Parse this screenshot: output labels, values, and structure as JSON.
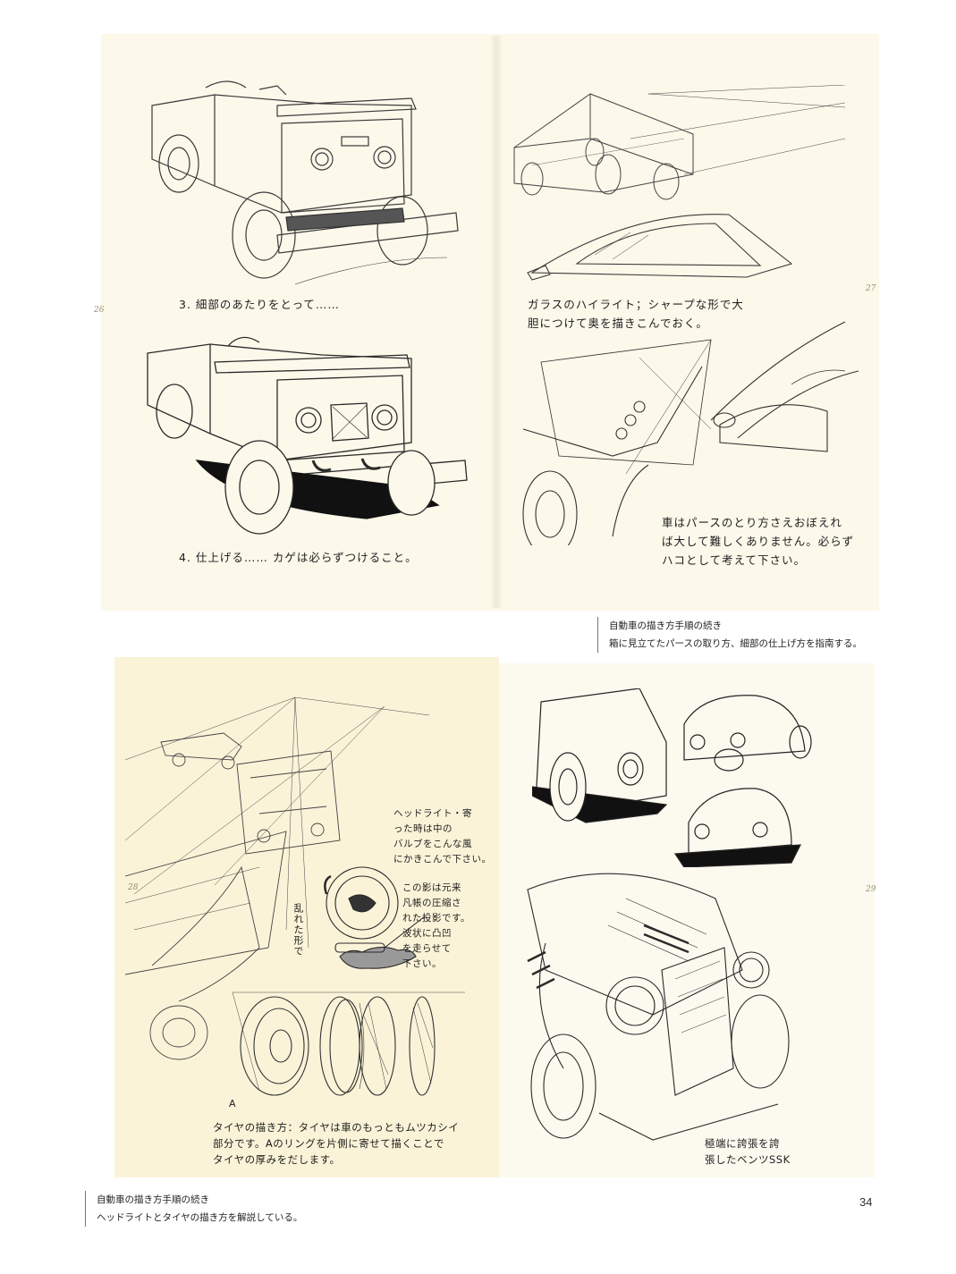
{
  "notes": {
    "step3": "3. 細部のあたりをとって……",
    "step4": "4. 仕上げる…… カゲは必らずつけること。",
    "glass": "ガラスのハイライト；シャープな形で大\n胆につけて奥を描きこんでおく。",
    "box": "車はパースのとり方さえおぼえれ\nば大して難しくありません。必らず\nハコとして考えて下さい。",
    "headlight": "ヘッドライト・寄\nった時は中の\nバルブをこんな風\nにかきこんで下さい。",
    "shadow": "この影は元来\n凡帳の圧縮さ\nれた投影です。\n波状に凸凹\nを走らせて\n下さい。",
    "disorder": "乱れた形で",
    "marker_a": "A",
    "tire": "タイヤの描き方：タイヤは車のもっともムツカシイ\n部分です。Aのリングを片側に寄せて描くことで\nタイヤの厚みをだします。",
    "ssk": "極端に誇張を誇\n張したベンツSSK"
  },
  "page_marks": {
    "p26": "26",
    "p27": "27",
    "p28": "28",
    "p29": "29"
  },
  "captions": {
    "upper": {
      "line1": "自動車の描き方手順の続き",
      "line2": "箱に見立てたパースの取り方、細部の仕上げ方を指南する。"
    },
    "lower": {
      "line1": "自動車の描き方手順の続き",
      "line2": "ヘッドライトとタイヤの描き方を解説している。"
    }
  },
  "page_number": "34"
}
